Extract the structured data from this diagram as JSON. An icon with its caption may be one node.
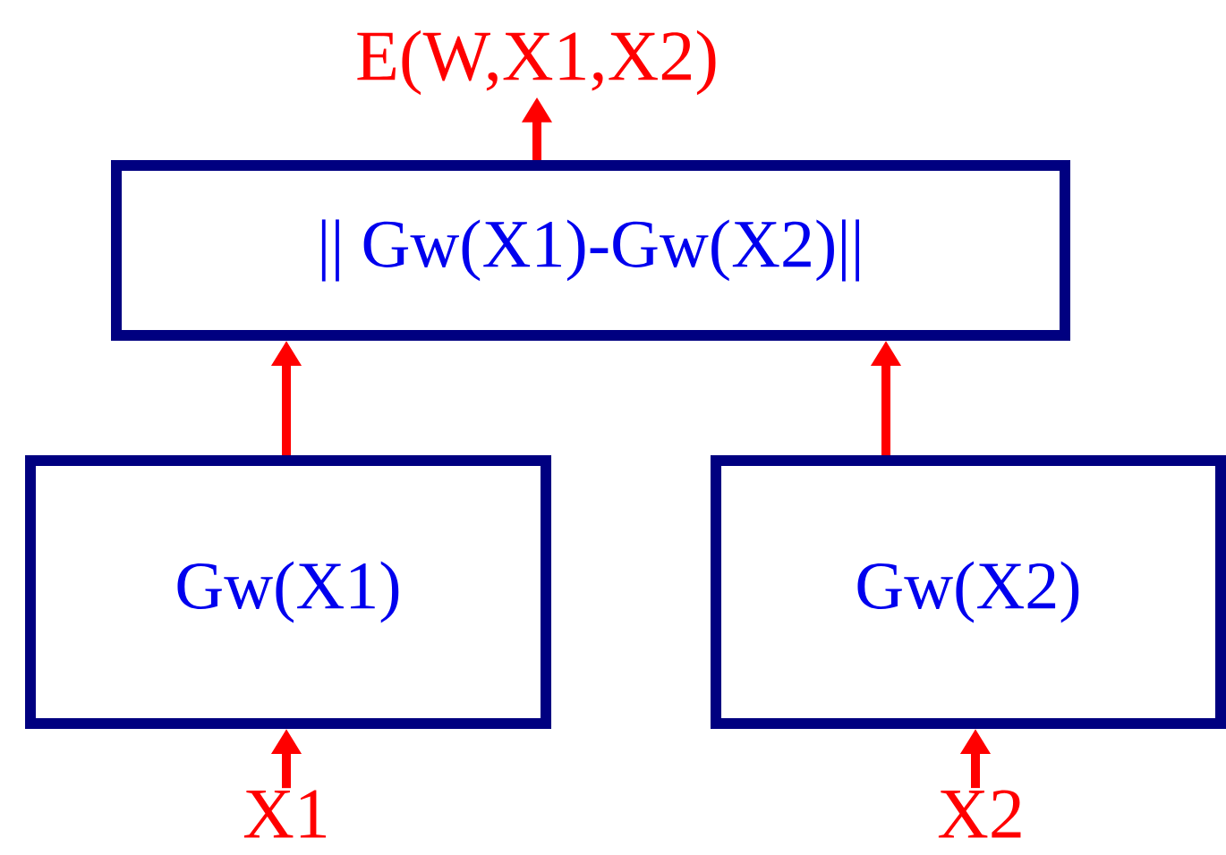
{
  "diagram": {
    "nodes": [
      {
        "text": [
          "|| Gw(X1)-Gw(X2)||"
        ]
      },
      {
        "text": [
          "Gw(X1)"
        ]
      },
      {
        "text": [
          "Gw(X2)"
        ]
      },
      {
        "text": [
          "X1"
        ]
      },
      {
        "text": [
          "X2"
        ]
      },
      {
        "text": [
          "E(W,X1,X2)"
        ]
      }
    ],
    "edges": [
      {
        "from": 3,
        "to": 1,
        "arrow": "to"
      },
      {
        "from": 4,
        "to": 2,
        "arrow": "to"
      },
      {
        "from": 1,
        "to": 0,
        "arrow": "to"
      },
      {
        "from": 2,
        "to": 0,
        "arrow": "to"
      },
      {
        "from": 0,
        "to": 5,
        "arrow": "to"
      }
    ]
  }
}
